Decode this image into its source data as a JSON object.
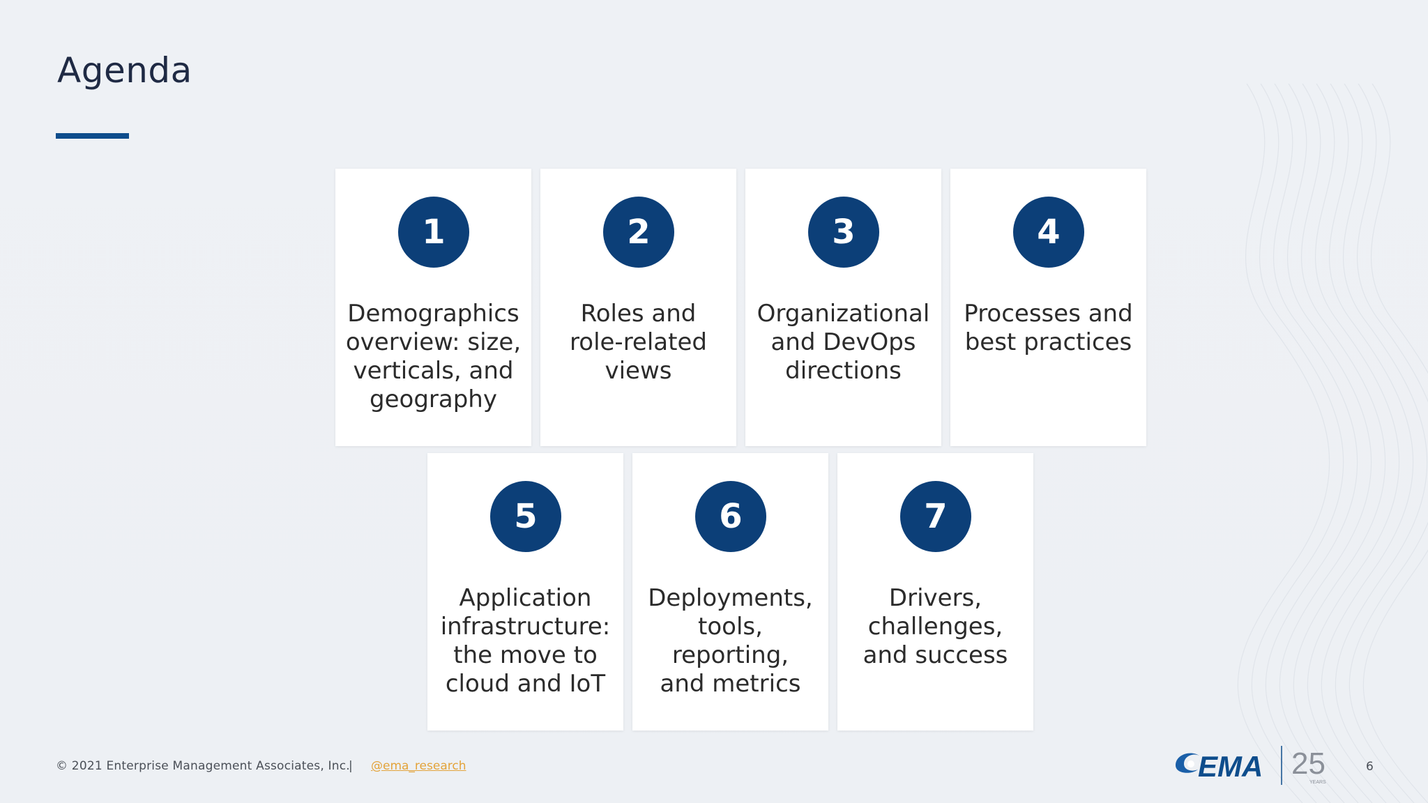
{
  "slide": {
    "title": "Agenda",
    "items": [
      {
        "number": "1",
        "text": "Demographics\noverview: size,\nverticals, and\ngeography"
      },
      {
        "number": "2",
        "text": "Roles and\nrole-related\nviews"
      },
      {
        "number": "3",
        "text": "Organizational\nand DevOps\ndirections"
      },
      {
        "number": "4",
        "text": "Processes and\nbest practices"
      },
      {
        "number": "5",
        "text": "Application\ninfrastructure:\nthe move to\ncloud and IoT"
      },
      {
        "number": "6",
        "text": "Deployments,\ntools,\nreporting,\nand metrics"
      },
      {
        "number": "7",
        "text": "Drivers,\nchallenges,\nand success"
      }
    ]
  },
  "footer": {
    "copyright": "© 2021 Enterprise Management Associates, Inc.",
    "separator": "|",
    "link_text": "@ema_research",
    "logo_text": "EMA",
    "logo_years": "25",
    "logo_years_label": "YEARS",
    "page_number": "6"
  },
  "colors": {
    "accent": "#0e4d8c",
    "badge": "#0c3f78",
    "link": "#e3a33a",
    "background": "#edf0f4"
  }
}
